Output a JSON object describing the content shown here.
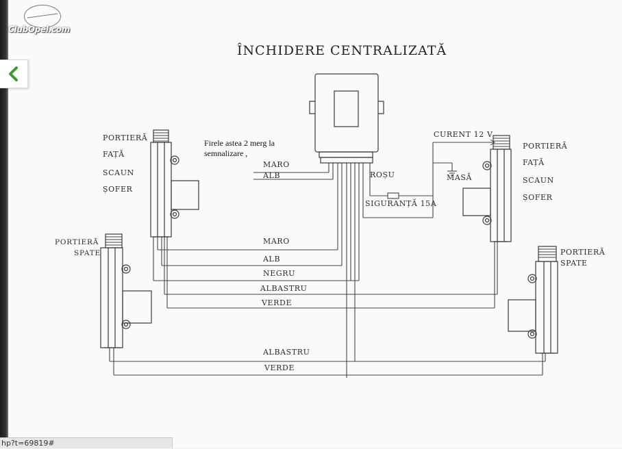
{
  "diagram": {
    "title": "ÎNCHIDERE CENTRALIZATĂ",
    "note": "Firele astea 2 merg la semnalizare ,",
    "front_left": [
      "PORTIERĂ",
      "FAȚĂ",
      "SCAUN",
      "ȘOFER"
    ],
    "front_right": [
      "PORTIERĂ",
      "FAȚĂ",
      "SCAUN",
      "ȘOFER"
    ],
    "rear_left": [
      "PORTIERĂ",
      "SPATE"
    ],
    "rear_right": [
      "PORTIERĂ",
      "SPATE"
    ],
    "wires_top": [
      "MARO",
      "ALB"
    ],
    "wires_middle": [
      "MARO",
      "ALB",
      "NEGRU",
      "ALBASTRU",
      "VERDE"
    ],
    "wires_bottom": [
      "ALBASTRU",
      "VERDE"
    ],
    "power": {
      "curent": "CURENT 12 V",
      "masa": "MASĂ",
      "rosu": "ROȘU",
      "siguranta": "SIGURANȚĂ 15A"
    }
  },
  "watermark": {
    "logo_text": "ClubOpel.com"
  },
  "nav": {
    "back_icon": "chevron-left-icon",
    "accent": "#3a9a2a"
  },
  "status_bar": {
    "url": "hp?t=69819#"
  }
}
